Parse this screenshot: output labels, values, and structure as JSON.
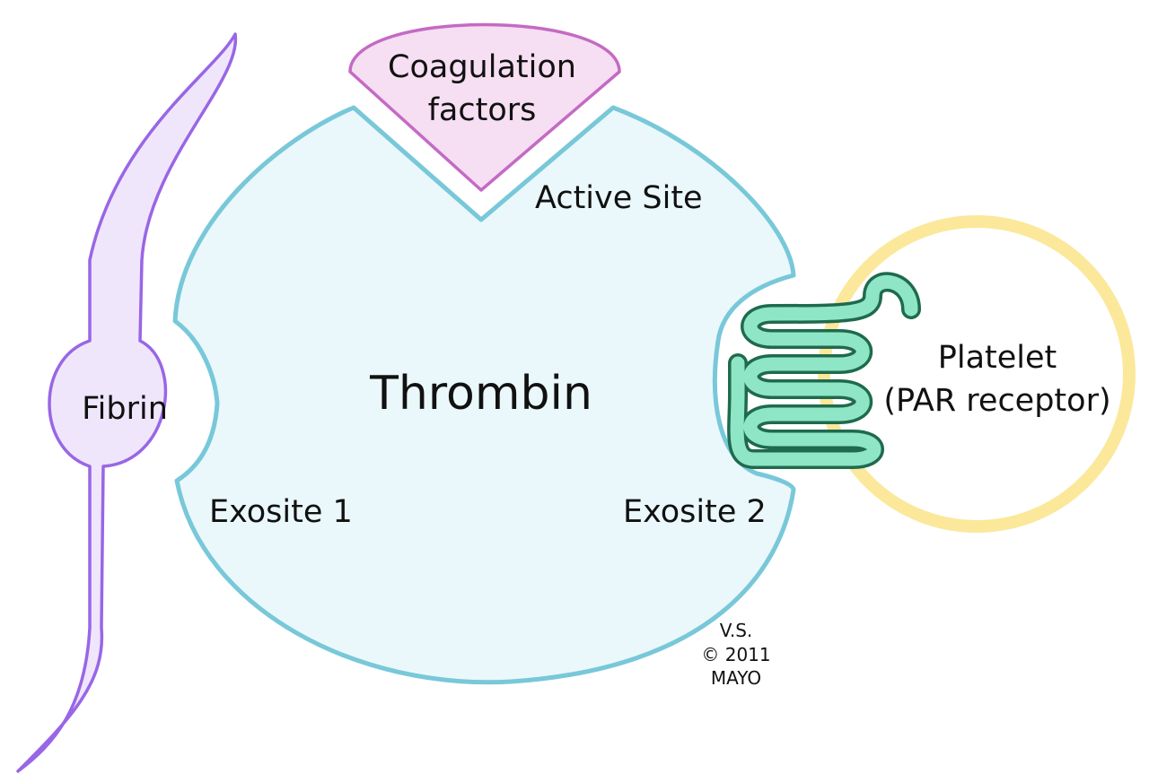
{
  "diagram": {
    "thrombin_label": "Thrombin",
    "coagulation_label_line1": "Coagulation",
    "coagulation_label_line2": "factors",
    "active_site_label": "Active Site",
    "exosite1_label": "Exosite 1",
    "exosite2_label": "Exosite 2",
    "fibrin_label": "Fibrin",
    "platelet_label_line1": "Platelet",
    "platelet_label_line2": "(PAR receptor)",
    "credit_line1": "V.S.",
    "credit_line2": "© 2011",
    "credit_line3": "MAYO"
  },
  "colors": {
    "thrombin_fill": "#eaf8fb",
    "thrombin_stroke": "#78c8d9",
    "fibrin_fill": "#efe6fb",
    "fibrin_stroke": "#9966e6",
    "coag_fill": "#f6def3",
    "coag_stroke": "#c46ac4",
    "platelet_ring": "#fbe89a",
    "receptor_fill": "#8ee6c7",
    "receptor_stroke": "#1f6a4d"
  }
}
